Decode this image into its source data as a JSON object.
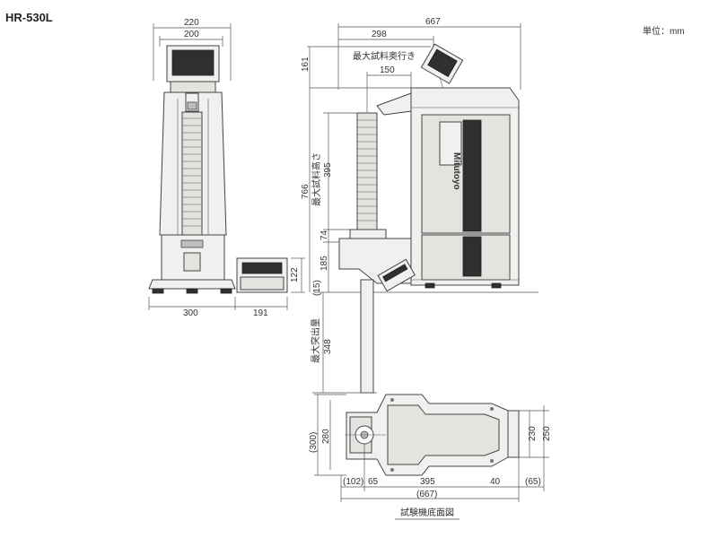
{
  "model": "HR-530L",
  "unit": "単位：mm",
  "front_view": {
    "width_overall": "220",
    "width_top": "200",
    "base_width": "300",
    "remote_width": "191",
    "remote_height": "122"
  },
  "side_view": {
    "total_depth": "667",
    "depth_298": "298",
    "max_sample_depth_label": "最大試料奥行き",
    "max_sample_depth": "150",
    "top_161": "161",
    "total_height": "766",
    "max_sample_height_label": "最大試料高さ",
    "max_sample_height": "395",
    "dim_74": "74",
    "dim_185": "185",
    "dim_15": "(15)",
    "max_protrusion_label": "最大突出量",
    "max_protrusion": "348"
  },
  "plan_view": {
    "dim_300": "(300)",
    "dim_280": "280",
    "dim_230": "230",
    "dim_250": "250",
    "dim_102": "(102)",
    "dim_65": "65",
    "dim_395": "395",
    "dim_40": "40",
    "dim_65b": "(65)",
    "dim_667": "(667)",
    "caption": "試験機底面図"
  },
  "brand": "Mitutoyo"
}
